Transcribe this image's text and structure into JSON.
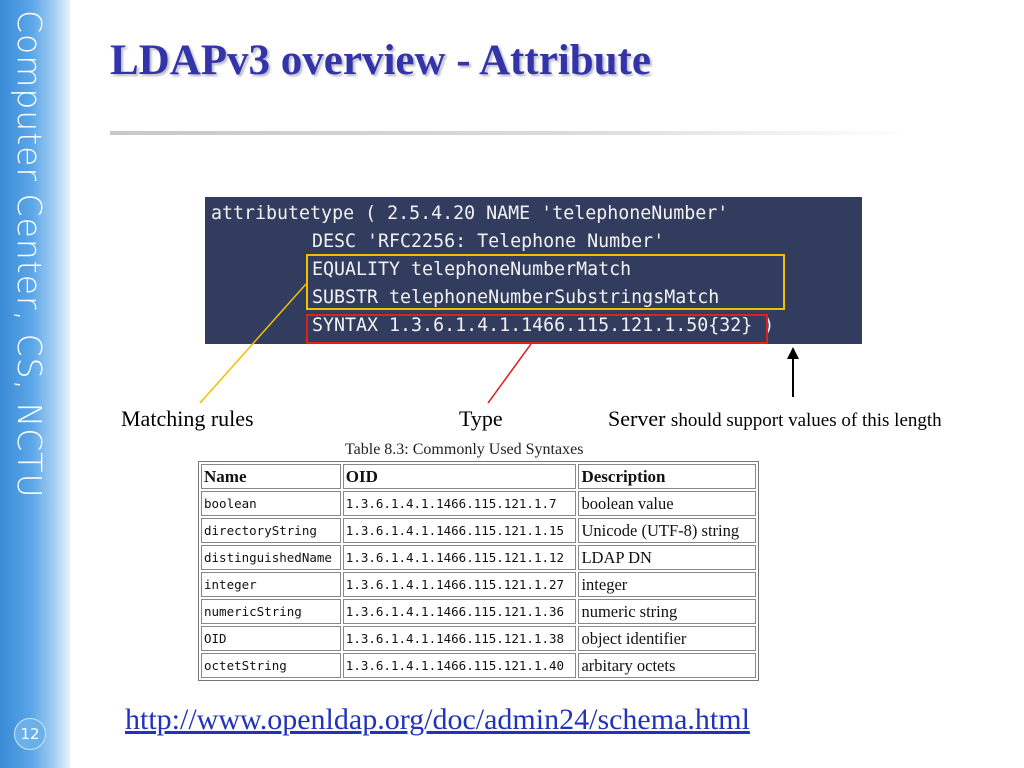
{
  "sidebar": {
    "text": "Computer Center, CS, NCTU",
    "page_number": "12"
  },
  "slide": {
    "title": "LDAPv3 overview - Attribute"
  },
  "code": {
    "lines": [
      "attributetype ( 2.5.4.20 NAME 'telephoneNumber'",
      "DESC 'RFC2256: Telephone Number'",
      "EQUALITY telephoneNumberMatch",
      "SUBSTR telephoneNumberSubstringsMatch",
      "SYNTAX 1.3.6.1.4.1.1466.115.121.1.50{32} )"
    ],
    "background_color": "#323c5e"
  },
  "annotations": {
    "matching_rules": "Matching rules",
    "type": "Type",
    "server_lead": "Server",
    "server_rest": "should support values of this length",
    "matching_rules_color": "#f0c000",
    "type_color": "#e02020"
  },
  "table": {
    "caption": "Table 8.3: Commonly Used Syntaxes",
    "headers": [
      "Name",
      "OID",
      "Description"
    ],
    "rows": [
      {
        "name": "boolean",
        "oid": "1.3.6.1.4.1.1466.115.121.1.7",
        "description": "boolean value"
      },
      {
        "name": "directoryString",
        "oid": "1.3.6.1.4.1.1466.115.121.1.15",
        "description": "Unicode (UTF-8) string"
      },
      {
        "name": "distinguishedName",
        "oid": "1.3.6.1.4.1.1466.115.121.1.12",
        "description": "LDAP DN"
      },
      {
        "name": "integer",
        "oid": "1.3.6.1.4.1.1466.115.121.1.27",
        "description": "integer"
      },
      {
        "name": "numericString",
        "oid": "1.3.6.1.4.1.1466.115.121.1.36",
        "description": "numeric string"
      },
      {
        "name": "OID",
        "oid": "1.3.6.1.4.1.1466.115.121.1.38",
        "description": "object identifier"
      },
      {
        "name": "octetString",
        "oid": "1.3.6.1.4.1.1466.115.121.1.40",
        "description": "arbitary octets"
      }
    ]
  },
  "footer": {
    "link": "http://www.openldap.org/doc/admin24/schema.html"
  }
}
